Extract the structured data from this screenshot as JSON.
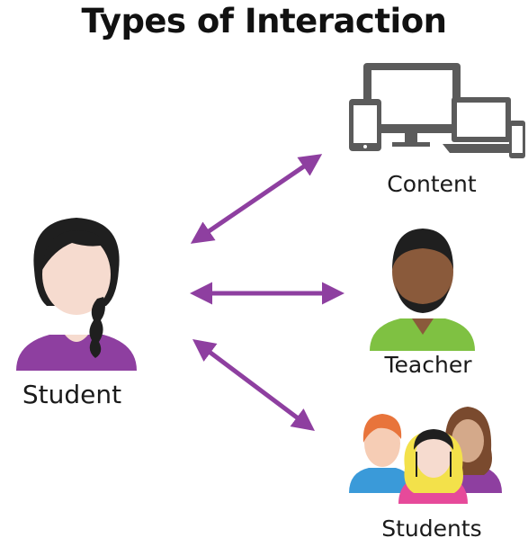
{
  "title": "Types of Interaction",
  "nodes": {
    "student": {
      "label": "Student",
      "icon": "student-icon"
    },
    "content": {
      "label": "Content",
      "icon": "devices-icon"
    },
    "teacher": {
      "label": "Teacher",
      "icon": "teacher-icon"
    },
    "students": {
      "label": "Students",
      "icon": "students-group-icon"
    }
  },
  "colors": {
    "arrow": "#8e3fa0",
    "device": "#5b5b5b",
    "student_shirt": "#8e3fa0",
    "teacher_shirt": "#7fc142"
  }
}
